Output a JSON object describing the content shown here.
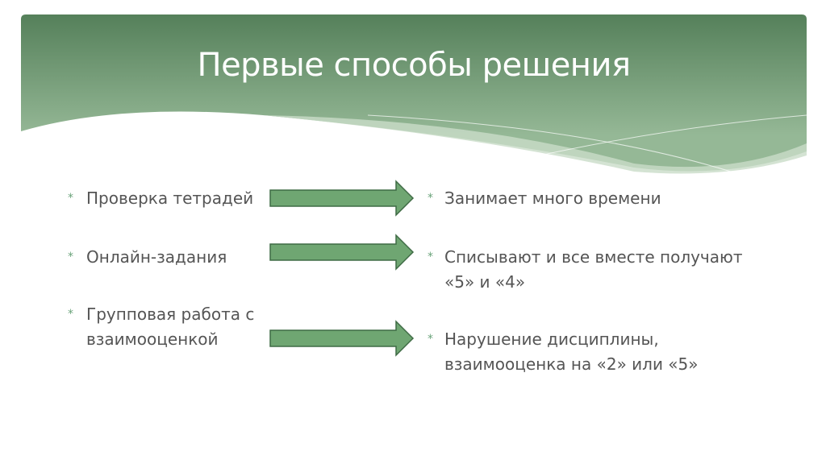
{
  "slide": {
    "title": "Первые способы решения",
    "left_items": [
      "Проверка тетрадей",
      "Онлайн-задания",
      "Групповая работа с взаимооценкой"
    ],
    "right_items": [
      "Занимает много времени",
      "Списывают и все вместе получают «5» и «4»",
      "Нарушение дисциплины, взаимооценка на «2» или «5»"
    ],
    "bullet_symbol": "*",
    "colors": {
      "header_top": "#55805a",
      "header_bottom": "#95b896",
      "arrow_fill": "#6fa672",
      "arrow_stroke": "#3f6b45",
      "text": "#555555"
    }
  }
}
